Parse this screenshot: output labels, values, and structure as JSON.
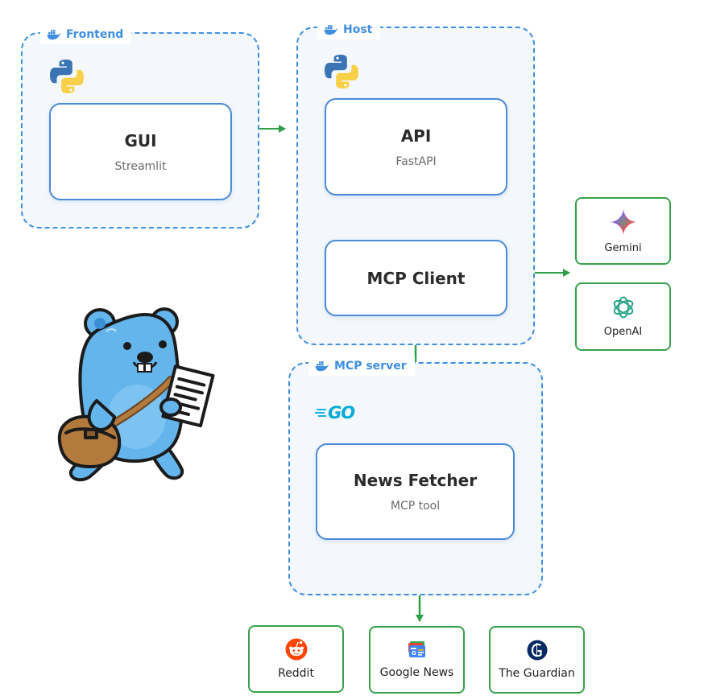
{
  "groups": {
    "frontend": {
      "label": "Frontend"
    },
    "host": {
      "label": "Host"
    },
    "mcp_server": {
      "label": "MCP server"
    }
  },
  "boxes": {
    "gui": {
      "title": "GUI",
      "subtitle": "Streamlit"
    },
    "api": {
      "title": "API",
      "subtitle": "FastAPI"
    },
    "mcp_client": {
      "title": "MCP Client"
    },
    "news_fetcher": {
      "title": "News Fetcher",
      "subtitle": "MCP tool"
    }
  },
  "llms": {
    "gemini": {
      "label": "Gemini"
    },
    "openai": {
      "label": "OpenAI"
    }
  },
  "sources": {
    "reddit": {
      "label": "Reddit"
    },
    "google_news": {
      "label": "Google News"
    },
    "guardian": {
      "label": "The Guardian"
    }
  },
  "logos": {
    "go": {
      "text": "GO"
    }
  },
  "icons": {
    "group": "docker-whale-icon",
    "language": "python-logo-icon",
    "mascot": "gopher-mascot"
  },
  "colors": {
    "group_border": "#3f8fe0",
    "box_border": "#4c8ad6",
    "ext_border": "#37a24a",
    "arrow": "#2e9e47"
  }
}
